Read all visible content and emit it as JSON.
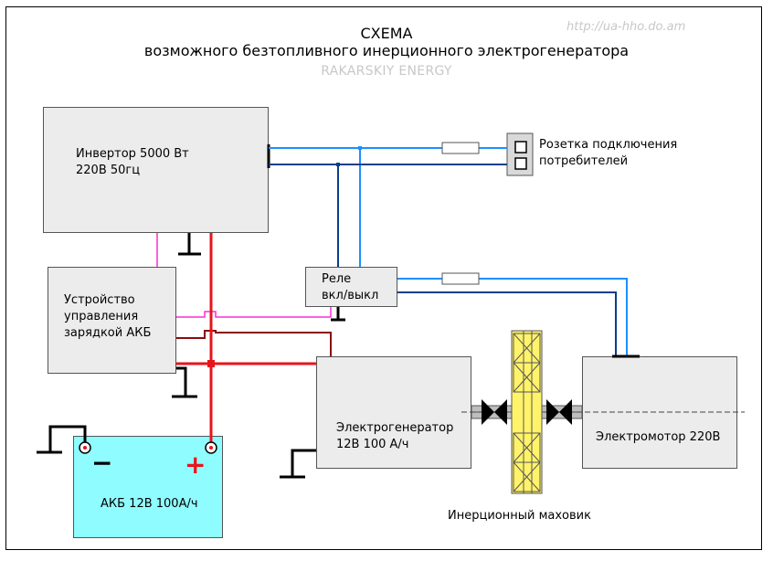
{
  "header": {
    "title": "СХЕМА",
    "subtitle": "возможного безтопливного инерционного электрогенератора",
    "brand": "RAKARSKIY ENERGY",
    "url": "http://ua-hho.do.am"
  },
  "blocks": {
    "inverter": "Инвертор 5000 Вт\n220В 50гц",
    "socket": "Розетка подключения\nпотребителей",
    "controller": "Устройство\nуправления\nзарядкой АКБ",
    "relay": "Реле\nвкл/выкл",
    "generator": "Электрогенератор\n12В  100 А/ч",
    "motor": "Электромотор 220В",
    "battery": "АКБ 12В 100А/ч",
    "battery_minus": "−",
    "battery_plus": "+",
    "flywheel": "Инерционный маховик"
  },
  "colors": {
    "blue_light": "#1e8fff",
    "blue_dark": "#0a3f8a",
    "red": "#e8141c",
    "dark_red": "#8a0b10",
    "magenta": "#ff2bd6",
    "battery_fill": "#8ffcff",
    "flywheel_fill": "#fff36a",
    "ground": "#000000"
  }
}
